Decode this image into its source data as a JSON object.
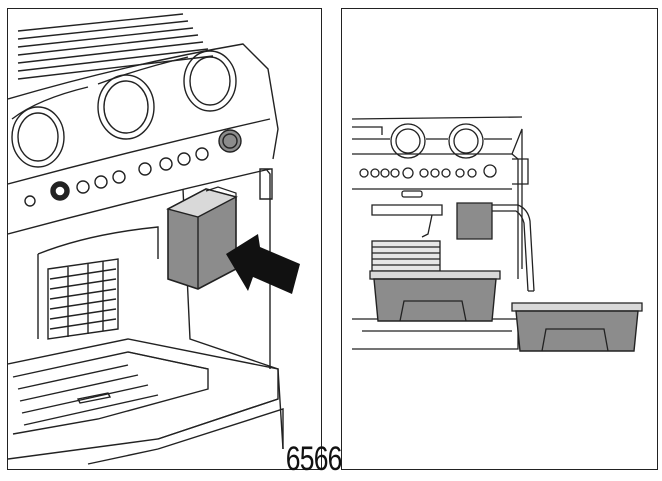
{
  "figure": {
    "panels": [
      {
        "id": "left",
        "subject": "espresso-machine-drip-tray-release"
      },
      {
        "id": "right",
        "subject": "espresso-machine-tray-removed"
      }
    ],
    "step_label": "6566"
  },
  "colors": {
    "line": "#222222",
    "fill_gray": "#8c8c8c",
    "fill_light": "#d9d9d9",
    "background": "#ffffff"
  }
}
